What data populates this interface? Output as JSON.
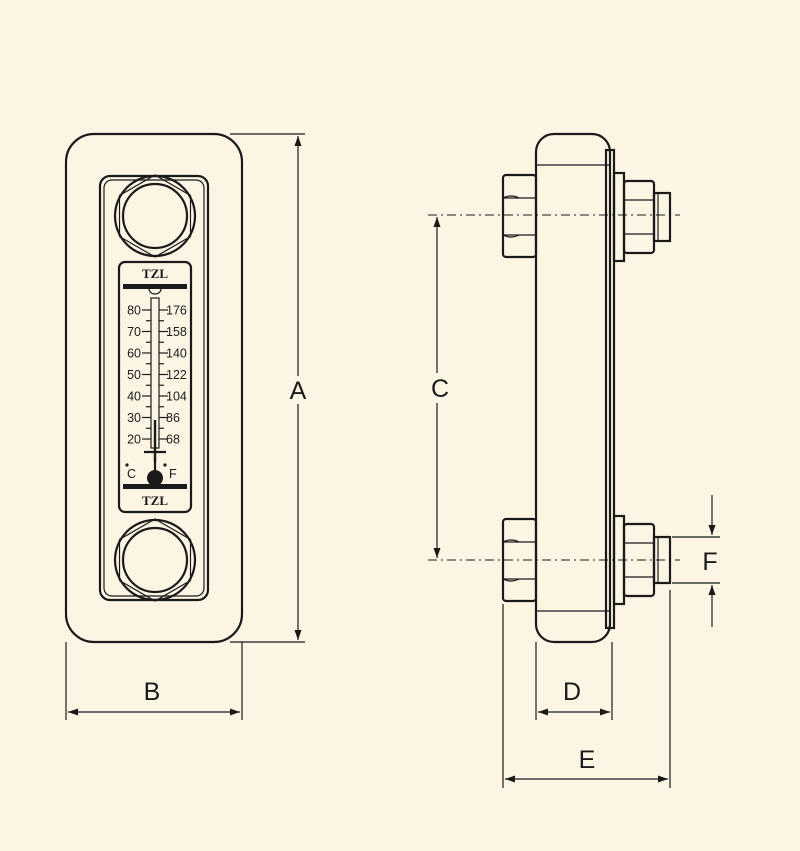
{
  "dimensions": {
    "a": "A",
    "b": "B",
    "c": "C",
    "d": "D",
    "e": "E",
    "f": "F"
  },
  "thermometer": {
    "brand_top": "TZL",
    "brand_bottom": "TZL",
    "celsius_unit": "C",
    "fahrenheit_unit": "F",
    "celsius_ticks": [
      "80",
      "70",
      "60",
      "50",
      "40",
      "30",
      "20"
    ],
    "fahrenheit_ticks": [
      "176",
      "158",
      "140",
      "122",
      "104",
      "86",
      "68"
    ]
  },
  "colors": {
    "background": "#fdf5e4",
    "line": "#1a1a1a"
  }
}
